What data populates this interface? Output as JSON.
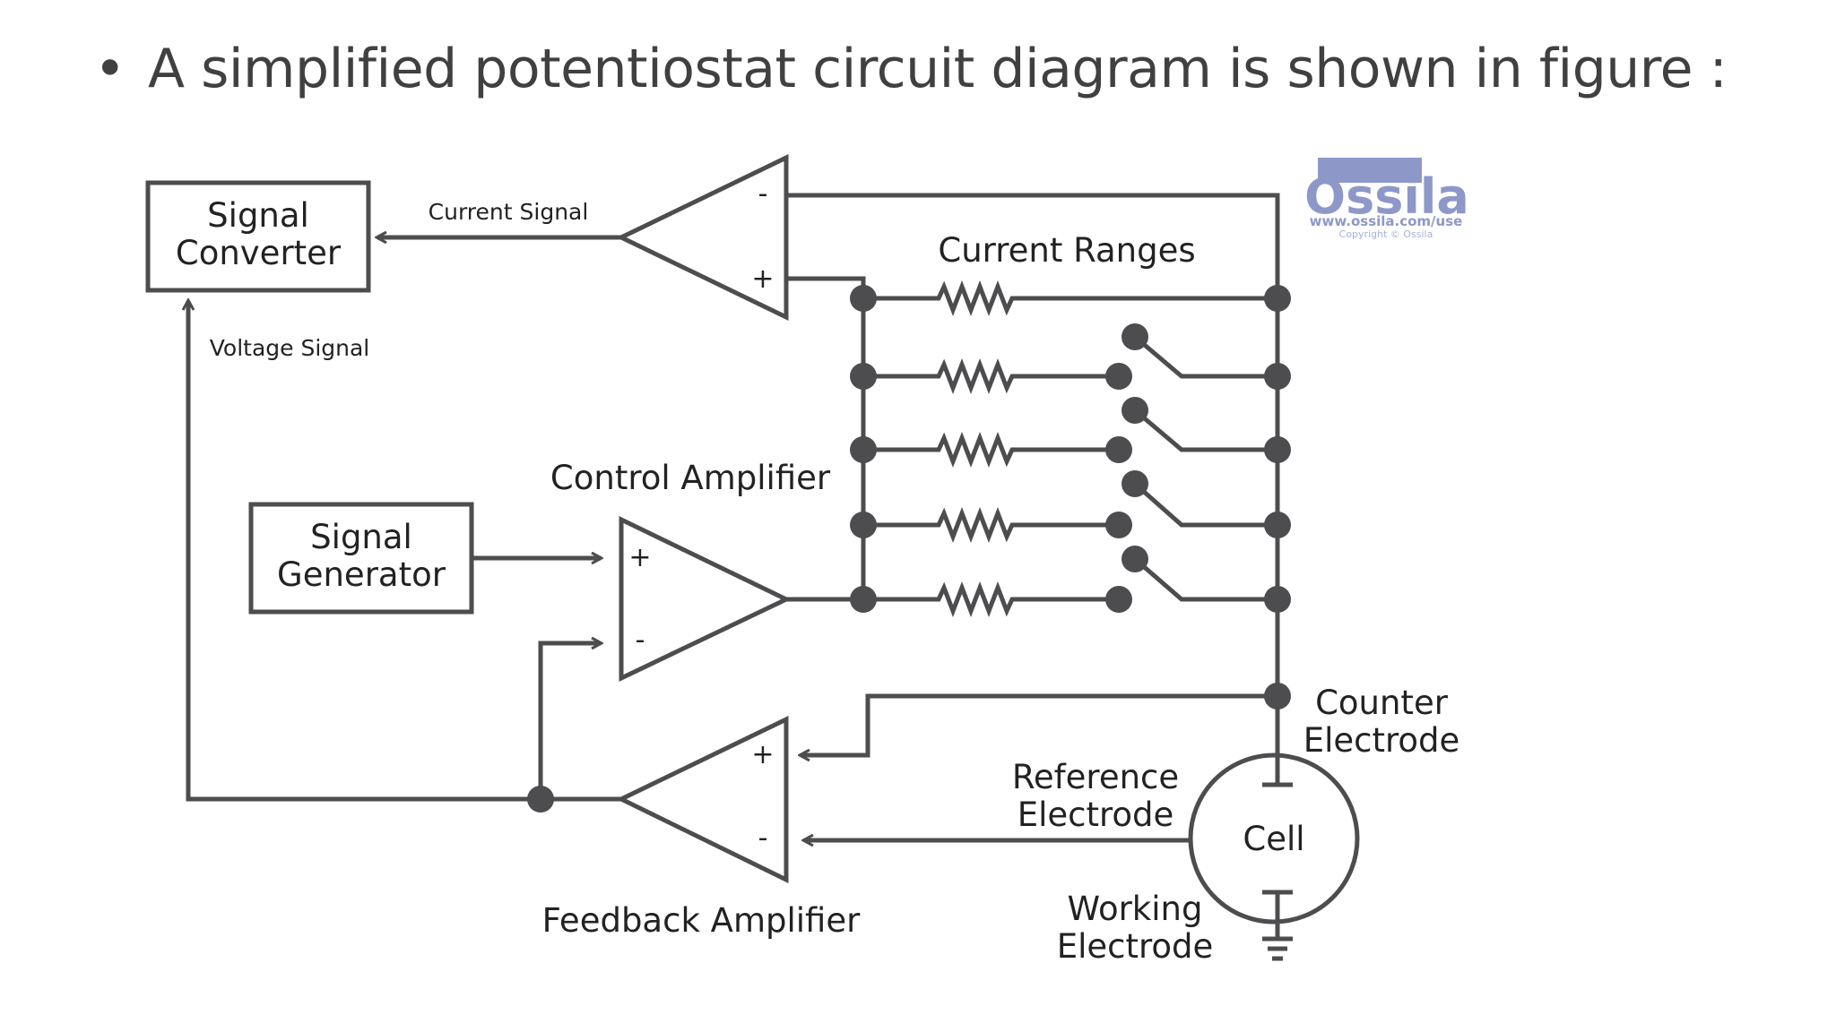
{
  "slide": {
    "bullet": "•",
    "heading": "A simplified potentiostat circuit diagram is shown in figure :"
  },
  "diagram": {
    "signal_converter": [
      "Signal",
      "Converter"
    ],
    "signal_generator": [
      "Signal",
      "Generator"
    ],
    "current_signal": "Current Signal",
    "voltage_signal": "Voltage Signal",
    "current_ranges": "Current Ranges",
    "control_amplifier": "Control Amplifier",
    "feedback_amplifier": "Feedback Amplifier",
    "counter_electrode": [
      "Counter",
      "Electrode"
    ],
    "reference_electrode": [
      "Reference",
      "Electrode"
    ],
    "working_electrode": [
      "Working",
      "Electrode"
    ],
    "cell": "Cell",
    "plus": "+",
    "minus": "-"
  },
  "logo": {
    "name": "Ossila",
    "url": "www.ossila.com/use",
    "copyright": "Copyright © Ossila",
    "color": "#8e98c8"
  },
  "colors": {
    "line": "#4d4d4f",
    "text": "#404040"
  }
}
